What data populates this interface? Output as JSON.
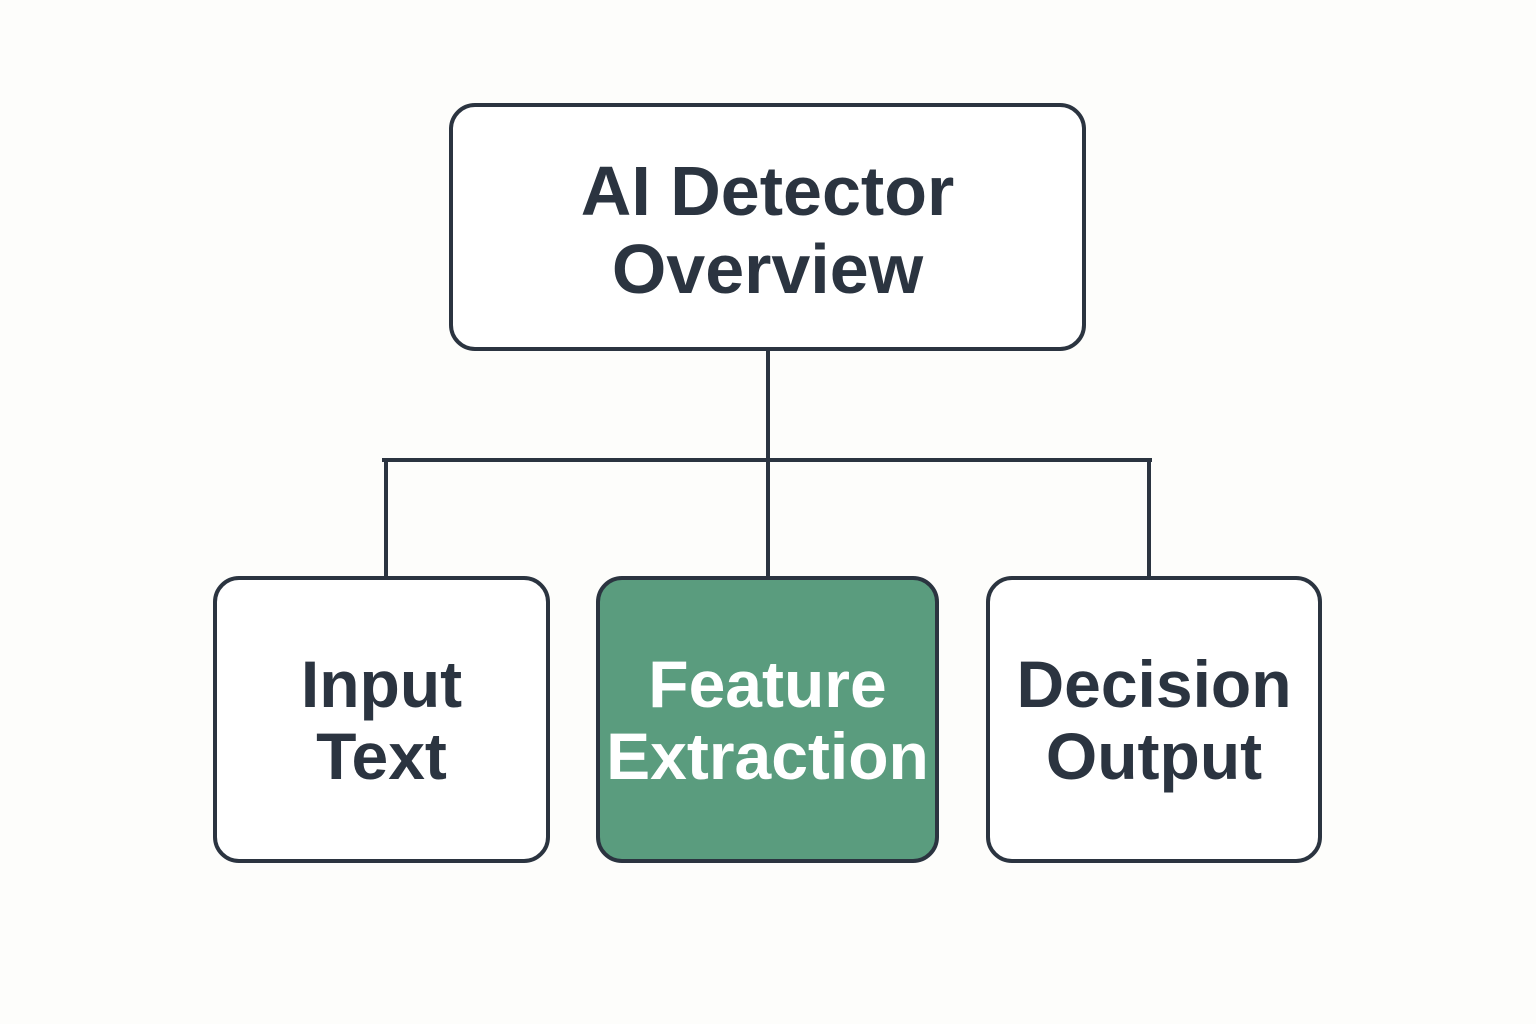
{
  "diagram": {
    "root": {
      "label": "AI Detector\nOverview"
    },
    "children": [
      {
        "label": "Input\nText",
        "highlighted": false
      },
      {
        "label": "Feature\nExtraction",
        "highlighted": true
      },
      {
        "label": "Decision\nOutput",
        "highlighted": false
      }
    ]
  },
  "colors": {
    "stroke": "#2b3440",
    "text": "#2b3440",
    "node_fill": "#ffffff",
    "highlight_fill": "#5a9c7e",
    "highlight_text": "#ffffff",
    "background": "#fdfdfb"
  }
}
